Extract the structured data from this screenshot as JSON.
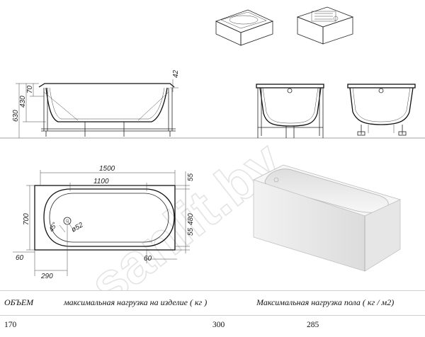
{
  "watermark": "sanlit.by",
  "dimensions": {
    "total_height": "630",
    "body_height": "430",
    "inner_depth": "70",
    "rim": "42",
    "length": "1500",
    "bowl_length": "1100",
    "width": "700",
    "inner_width": "480",
    "edge_top": "55",
    "edge_bottom": "55",
    "drain_offset": "60",
    "drain_from_end": "290",
    "end_offset": "60",
    "drain_diameter": "ø52",
    "angle": "45°"
  },
  "table": {
    "headers": [
      "ОБЪЕМ",
      "максимальная нагрузка на изделие ( кг )",
      "Максимальная нагрузка пола ( кг / м2)"
    ],
    "values": [
      "170",
      "300",
      "285"
    ]
  }
}
